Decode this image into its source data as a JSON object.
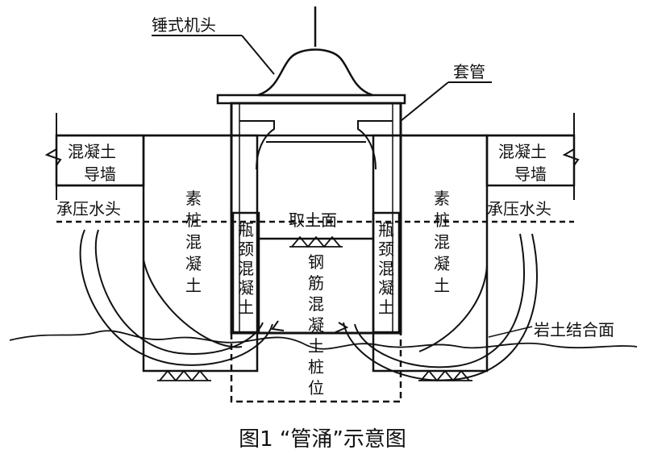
{
  "labels": {
    "hammer_head": "锤式机头",
    "casing": "套管",
    "guide_wall_left_1": "混凝土",
    "guide_wall_left_2": "导墙",
    "guide_wall_right_1": "混凝土",
    "guide_wall_right_2": "导墙",
    "pressure_head_left": "承压水头",
    "pressure_head_right": "承压水头",
    "plain_concrete_left": [
      "素",
      "桩",
      "混",
      "凝",
      "土"
    ],
    "plain_concrete_right": [
      "素",
      "桩",
      "混",
      "凝",
      "土"
    ],
    "bottleneck_left": [
      "瓶",
      "颈",
      "混",
      "凝",
      "土"
    ],
    "bottleneck_right": [
      "瓶",
      "颈",
      "混",
      "凝",
      "土"
    ],
    "excavation_surface": "取土面",
    "rc_pile": [
      "钢",
      "筋",
      "混",
      "凝",
      "土",
      "桩",
      "位"
    ],
    "rock_soil_interface": "岩土结合面"
  },
  "caption": "图1 “管涌”示意图",
  "colors": {
    "line": "#111111",
    "background": "#ffffff"
  }
}
